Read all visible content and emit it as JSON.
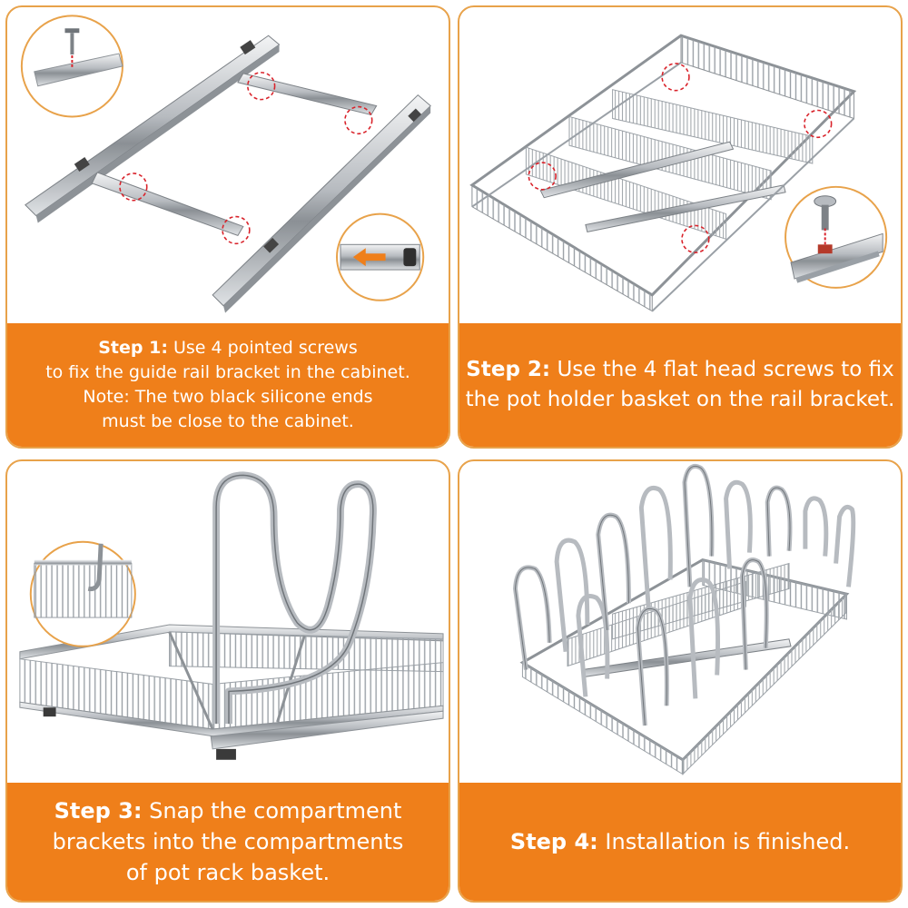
{
  "colors": {
    "accent_orange": "#ef7f1a",
    "panel_border": "#e8a24a",
    "caption_text": "#ffffff",
    "highlight_red": "#d9232b",
    "chrome": "#b9bdc2"
  },
  "panels": [
    {
      "step_label": "Step 1:",
      "lines": [
        "Use 4 pointed screws",
        "to fix the guide rail bracket in the cabinet.",
        "Note: The two black silicone ends",
        "must be close to the cabinet."
      ],
      "icons": [
        "pointed-screw-icon",
        "rail-end-arrow-icon"
      ]
    },
    {
      "step_label": "Step 2:",
      "lines": [
        "Use the 4 flat head screws to fix",
        "the pot holder basket on the rail bracket."
      ],
      "icons": [
        "flat-head-screw-icon"
      ]
    },
    {
      "step_label": "Step 3:",
      "lines": [
        "Snap the compartment",
        "brackets into the compartments",
        "of pot rack basket."
      ],
      "icons": [
        "bracket-clip-detail-icon"
      ]
    },
    {
      "step_label": "Step 4:",
      "lines": [
        "Installation is finished."
      ],
      "icons": []
    }
  ]
}
